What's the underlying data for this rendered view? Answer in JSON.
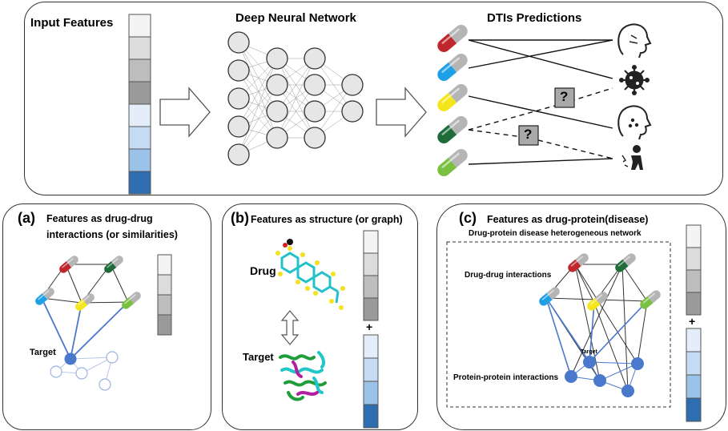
{
  "top": {
    "input_title": "Input Features",
    "dnn_title": "Deep Neural Network",
    "dti_title": "DTIs Predictions",
    "question": "?"
  },
  "panel_a": {
    "letter": "(a)",
    "title_line1": "Features as drug-drug",
    "title_line2": "interactions (or similarities)",
    "target_label": "Target"
  },
  "panel_b": {
    "letter": "(b)",
    "title": "Features as structure (or graph)",
    "drug_label": "Drug",
    "target_label": "Target",
    "plus": "+"
  },
  "panel_c": {
    "letter": "(c)",
    "title": "Features as drug-protein(disease)",
    "subtitle": "Drug-protein disease heterogeneous network",
    "dd_label": "Drug-drug interactions",
    "pp_label": "Protein-protein interactions",
    "target_label": "Target",
    "plus": "+"
  },
  "colors": {
    "gray_scale": [
      "#f4f4f4",
      "#dcdcdc",
      "#bdbdbd",
      "#9a9a9a"
    ],
    "blue_scale": [
      "#e3eefa",
      "#c4dbf3",
      "#9bc2e8",
      "#2e6db0"
    ],
    "capsule_red": "#c0272d",
    "capsule_blue": "#1ea0e6",
    "capsule_yellow": "#f5e61b",
    "capsule_green": "#1f6b3a",
    "capsule_lightgreen": "#7ac143",
    "node_blue": "#4a78cc"
  }
}
